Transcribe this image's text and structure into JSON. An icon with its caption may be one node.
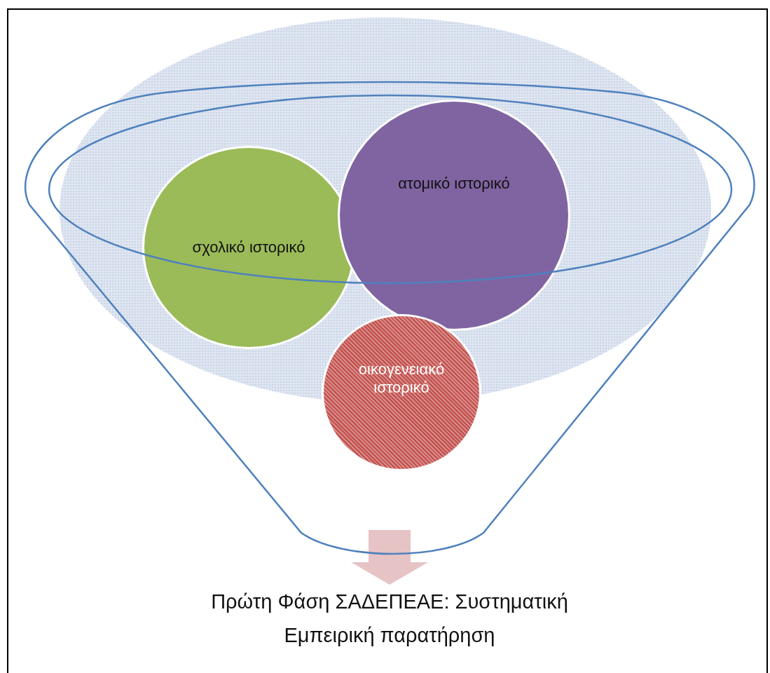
{
  "diagram": {
    "nodes": [
      {
        "text": [],
        "shape": "funnel"
      },
      {
        "text": [
          "σχολικό ιστορικό"
        ],
        "in": 0
      },
      {
        "text": [
          "ατομικό ιστορικό"
        ],
        "in": 0
      },
      {
        "text": [
          "οικογενειακό ιστορικό"
        ],
        "in": 0
      },
      {
        "text": [
          "Πρώτη Φάση ΣΑΔΕΠΕΑΕ: Συστηματική Εμπειρική παρατήρηση"
        ]
      }
    ],
    "edges": [
      {
        "from": 0,
        "to": 4,
        "arrow": "to",
        "style": "thick",
        "color": "#e6c3c5"
      }
    ]
  }
}
